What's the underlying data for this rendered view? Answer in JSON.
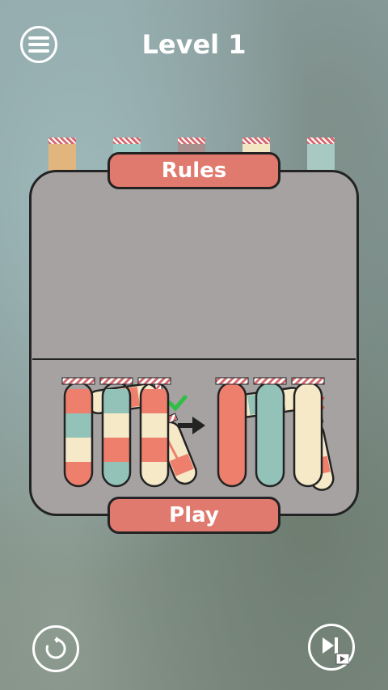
{
  "header": {
    "level_title": "Level 1",
    "menu_icon": "hamburger-menu-icon"
  },
  "panel": {
    "rules_label": "Rules",
    "play_label": "Play",
    "correct_icon": "checkmark-icon",
    "wrong_icon": "cross-icon",
    "arrow_icon": "right-arrow-icon"
  },
  "background_tubes": [
    {
      "color": "#e3b57e"
    },
    {
      "color": "#9ac7c1"
    },
    {
      "color": "#a8908f"
    },
    {
      "color": "#f3e6c2"
    },
    {
      "color": "#a7c9c2"
    }
  ],
  "example_before": [
    [
      "#ee7f6d",
      "#93c2b8",
      "#f5e9c8",
      "#ee7f6d"
    ],
    [
      "#93c2b8",
      "#f5e9c8",
      "#ee7f6d",
      "#93c2b8"
    ],
    [
      "#ee7f6d",
      "#f5e9c8",
      "#ee7f6d",
      "#f5e9c8"
    ]
  ],
  "example_after": [
    "#ee7f6d",
    "#93c2b8",
    "#f5e9c8"
  ],
  "colors": {
    "accent": "#e07a6e",
    "panel_bg": "#a5a2a1",
    "outline": "#232323",
    "check": "#2fbf45",
    "cross": "#e5463c"
  },
  "footer": {
    "restart_icon": "restart-icon",
    "skip_icon": "skip-level-video-icon"
  }
}
